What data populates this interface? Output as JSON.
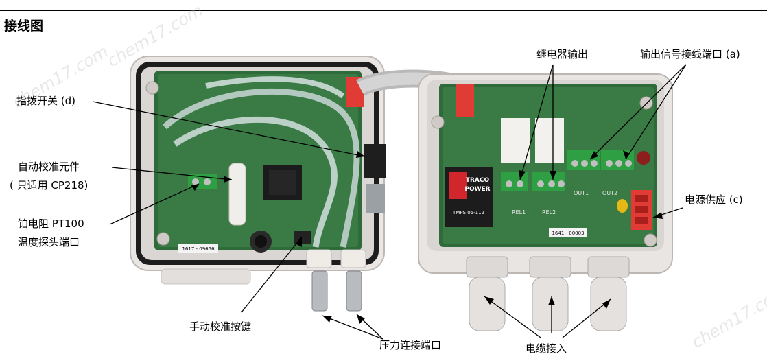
{
  "section": {
    "title": "接线图"
  },
  "watermark": "chem17.com",
  "labels": {
    "dip_switch": "指拨开关 (d)",
    "auto_calib_1": "自动校准元件",
    "auto_calib_2": "( 只适用 CP218)",
    "pt100_1": "铂电阻  PT100",
    "pt100_2": "温度探头端口",
    "manual_button": "手动校准按键",
    "pressure_ports": "压力连接端口",
    "relay_output": "继电器输出",
    "signal_output": "输出信号接线端口 (a)",
    "power_supply": "电源供应 (c)",
    "cable_entry": "电缆接入"
  },
  "device": {
    "module_brand_1": "TRACO",
    "module_brand_2": "POWER",
    "module_model": "TMPS 05-112",
    "board_left_tag": "1617 - 09656",
    "board_right_tag": "1641 - 00003",
    "out1": "OUT1",
    "out2": "OUT2",
    "rel1": "REL1",
    "rel2": "REL2"
  }
}
